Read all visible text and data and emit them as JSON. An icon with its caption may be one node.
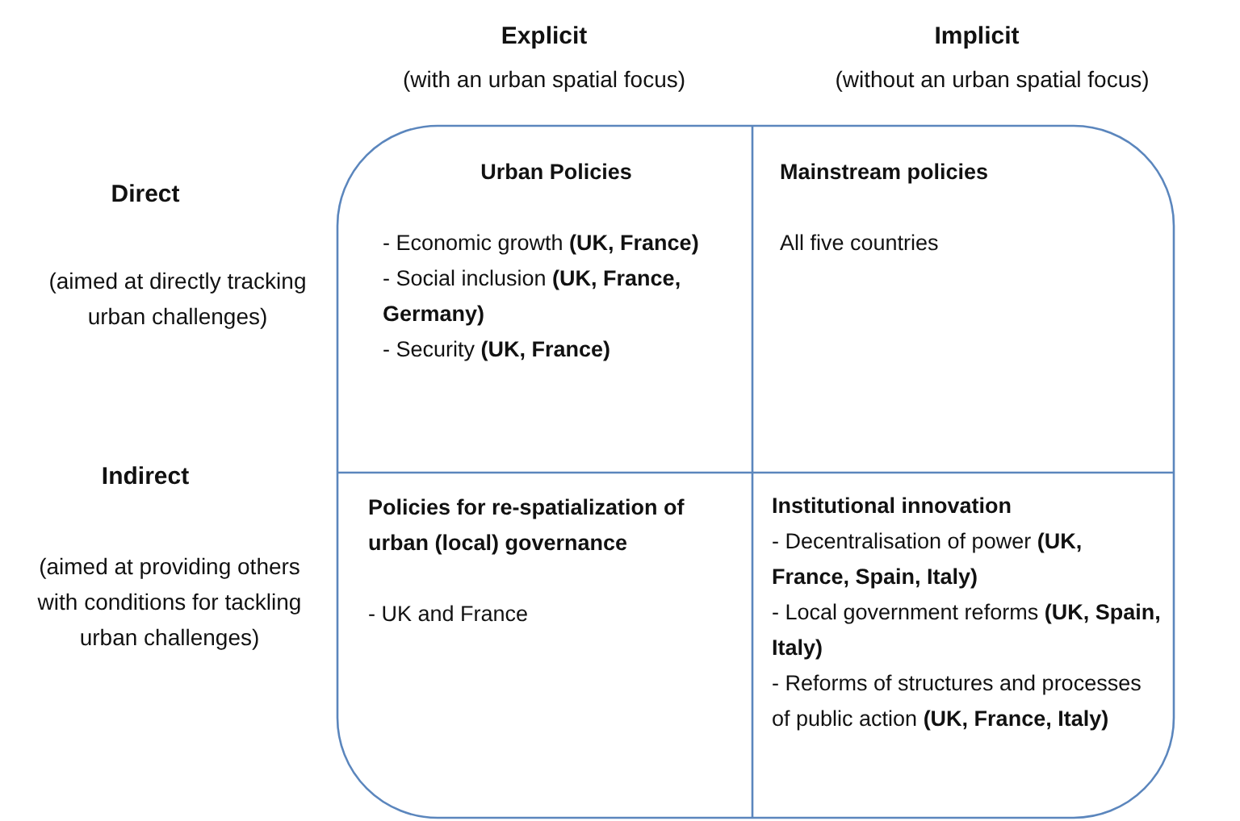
{
  "diagram": {
    "nodes": [
      {
        "text": [
          "Urban Policies",
          "- Economic growth **(UK, France)**",
          "- Social inclusion **(UK, France, Germany)**",
          "- Security **(UK, France)**"
        ]
      },
      {
        "text": [
          "Mainstream policies",
          "All five countries"
        ]
      },
      {
        "text": [
          "Policies for re-spatialization of urban (local) governance",
          "- UK and France"
        ]
      },
      {
        "text": [
          "Institutional innovation",
          "- Decentralisation of power **(UK, France, Spain, Italy)**",
          "- Local government reforms **(UK, Spain, Italy)**",
          "- Reforms of structures and processes of public action **(UK, France, Italy)**"
        ]
      }
    ],
    "labels": [
      "Explicit",
      "(with an urban spatial focus)",
      "Implicit",
      "(without an urban spatial focus)",
      "Direct",
      "(aimed at directly tracking urban challenges)",
      "Indirect",
      "(aimed at providing others with conditions for tackling urban challenges)"
    ]
  }
}
